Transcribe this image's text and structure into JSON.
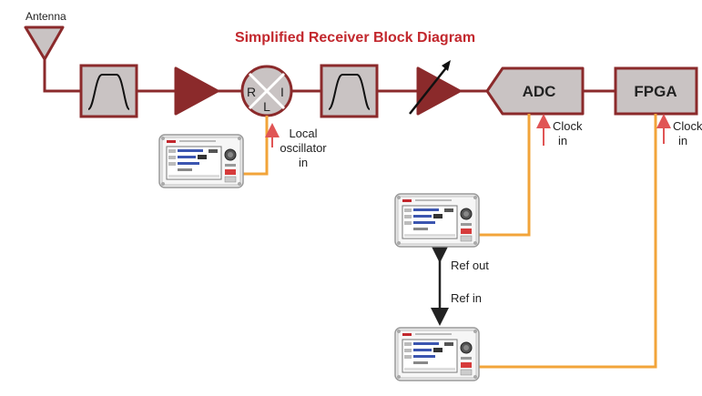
{
  "title": "Simplified Receiver Block Diagram",
  "labels": {
    "antenna": "Antenna",
    "mixer_r": "R",
    "mixer_i": "I",
    "mixer_l": "L",
    "adc": "ADC",
    "fpga": "FPGA",
    "lo_in_1": "Local",
    "lo_in_2": "oscillator",
    "lo_in_3": "in",
    "clock_in_adc_1": "Clock",
    "clock_in_adc_2": "in",
    "clock_in_fpga_1": "Clock",
    "clock_in_fpga_2": "in",
    "ref_out": "Ref out",
    "ref_in": "Ref in"
  },
  "colors": {
    "signal_path": "#8b2a2b",
    "block_fill": "#c9c3c3",
    "title": "#c2272d",
    "cable": "#f2a43a",
    "arrow": "#e05555"
  }
}
